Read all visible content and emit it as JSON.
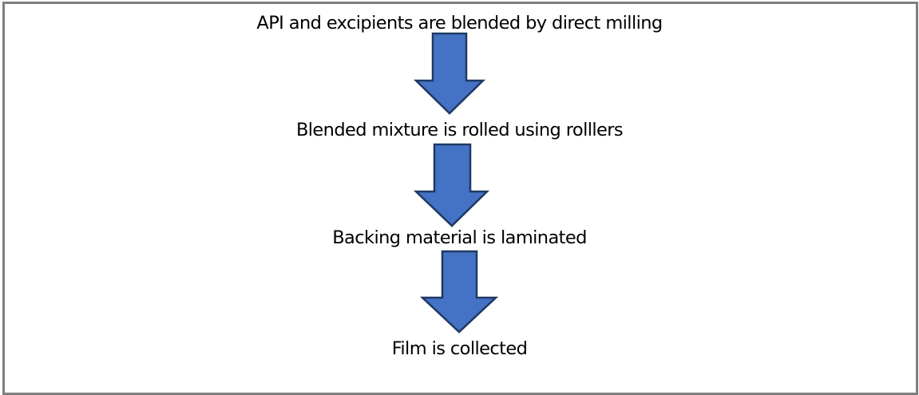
{
  "diagram": {
    "type": "vertical-flowchart",
    "steps": [
      {
        "label": "API and excipients are blended by direct milling"
      },
      {
        "label": "Blended mixture is rolled using rolllers"
      },
      {
        "label": "Backing material is laminated"
      },
      {
        "label": "Film is collected"
      }
    ],
    "connectors": [
      {
        "from": 0,
        "to": 1,
        "shape": "block-arrow-down"
      },
      {
        "from": 1,
        "to": 2,
        "shape": "block-arrow-down"
      },
      {
        "from": 2,
        "to": 3,
        "shape": "block-arrow-down"
      }
    ],
    "colors": {
      "arrow_fill": "#4472c4",
      "arrow_stroke": "#1f3864",
      "frame_border": "#7f7f7f",
      "text": "#000000"
    }
  }
}
